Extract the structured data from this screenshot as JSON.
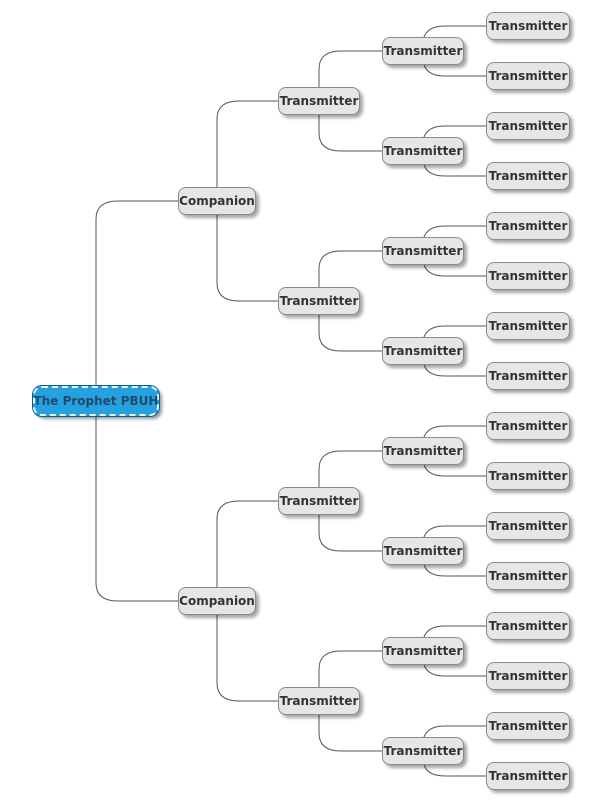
{
  "colors": {
    "root_fill": "#27a1dd",
    "node_fill": "#e6e6e6",
    "edge": "#555555"
  },
  "tree": {
    "label": "The Prophet PBUH",
    "children": [
      {
        "label": "Companion",
        "children": [
          {
            "label": "Transmitter",
            "children": [
              {
                "label": "Transmitter",
                "children": [
                  {
                    "label": "Transmitter"
                  },
                  {
                    "label": "Transmitter"
                  }
                ]
              },
              {
                "label": "Transmitter",
                "children": [
                  {
                    "label": "Transmitter"
                  },
                  {
                    "label": "Transmitter"
                  }
                ]
              }
            ]
          },
          {
            "label": "Transmitter",
            "children": [
              {
                "label": "Transmitter",
                "children": [
                  {
                    "label": "Transmitter"
                  },
                  {
                    "label": "Transmitter"
                  }
                ]
              },
              {
                "label": "Transmitter",
                "children": [
                  {
                    "label": "Transmitter"
                  },
                  {
                    "label": "Transmitter"
                  }
                ]
              }
            ]
          }
        ]
      },
      {
        "label": "Companion",
        "children": [
          {
            "label": "Transmitter",
            "children": [
              {
                "label": "Transmitter",
                "children": [
                  {
                    "label": "Transmitter"
                  },
                  {
                    "label": "Transmitter"
                  }
                ]
              },
              {
                "label": "Transmitter",
                "children": [
                  {
                    "label": "Transmitter"
                  },
                  {
                    "label": "Transmitter"
                  }
                ]
              }
            ]
          },
          {
            "label": "Transmitter",
            "children": [
              {
                "label": "Transmitter",
                "children": [
                  {
                    "label": "Transmitter"
                  },
                  {
                    "label": "Transmitter"
                  }
                ]
              },
              {
                "label": "Transmitter",
                "children": [
                  {
                    "label": "Transmitter"
                  },
                  {
                    "label": "Transmitter"
                  }
                ]
              }
            ]
          }
        ]
      }
    ]
  }
}
